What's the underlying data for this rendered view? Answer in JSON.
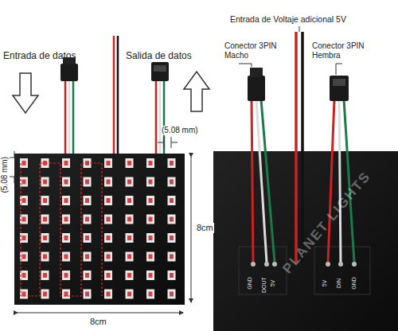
{
  "diagram": {
    "labels": [
      "Entrada de datos",
      "Salida de datos",
      "(5.08 mm)",
      "(5.08 mm)",
      "8cm",
      "8cm",
      "Entrada de Voltaje adicional 5V",
      "Conector 3PIN Macho",
      "Conector 3PIN Hembra",
      "PLANET LIGHTS",
      "GND",
      "DOUT",
      "5V",
      "5V",
      "DIN",
      "GND"
    ]
  }
}
